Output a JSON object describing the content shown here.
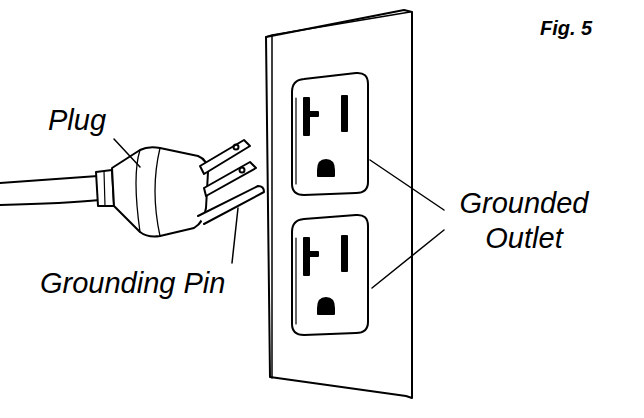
{
  "diagram": {
    "labels": [
      "Fig. 5",
      "Plug",
      "Grounding Pin",
      "Grounded Outlet"
    ]
  }
}
